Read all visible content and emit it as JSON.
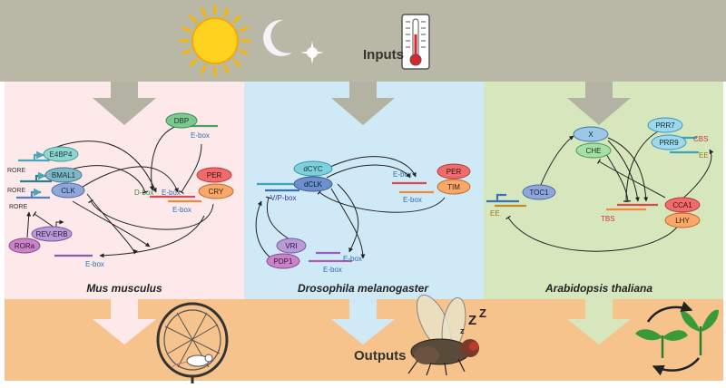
{
  "inputs": {
    "label": "Inputs"
  },
  "outputs": {
    "label": "Outputs"
  },
  "colors": {
    "banner": "#b9b7a6",
    "mouse_bg": "#fde9ea",
    "fly_bg": "#cfe9f7",
    "plant_bg": "#d6e7bd",
    "outputs_bg": "#f7c38c",
    "arrow": "#b4b2a2"
  },
  "organisms": {
    "mouse": "Mus musculus",
    "fly": "Drosophila melanogaster",
    "plant": "Arabidopsis thaliana"
  },
  "mouse": {
    "dbp": "DBP",
    "e4bp4": "E4BP4",
    "bmal1": "BMAL1",
    "clk": "CLK",
    "per": "PER",
    "cry": "CRY",
    "rev_erb": "REV-ERB",
    "rora": "RORa",
    "rore1": "RORE",
    "rore2": "RORE",
    "rore3": "RORE",
    "dbox": "D-box",
    "ebox_mid": "E-box",
    "ebox_dbp": "E-box",
    "ebox_cry": "E-box",
    "ebox_rev": "E-box"
  },
  "fly": {
    "dcyc": "dCYC",
    "dclk": "dCLK",
    "per": "PER",
    "tim": "TIM",
    "vri": "VRI",
    "pdp1": "PDP1",
    "vp_box": "V/P-box",
    "ebox_per": "E-box",
    "ebox_tim": "E-box",
    "ebox_vri": "E-box",
    "ebox_pdp1": "E-box"
  },
  "plant": {
    "x": "X",
    "che": "CHE",
    "toc1": "TOC1",
    "prr7": "PRR7",
    "prr9": "PRR9",
    "cca1": "CCA1",
    "lhy": "LHY",
    "cbs": "CBS",
    "ee_prr": "EE",
    "ee_toc1": "EE",
    "tbs": "TBS"
  }
}
